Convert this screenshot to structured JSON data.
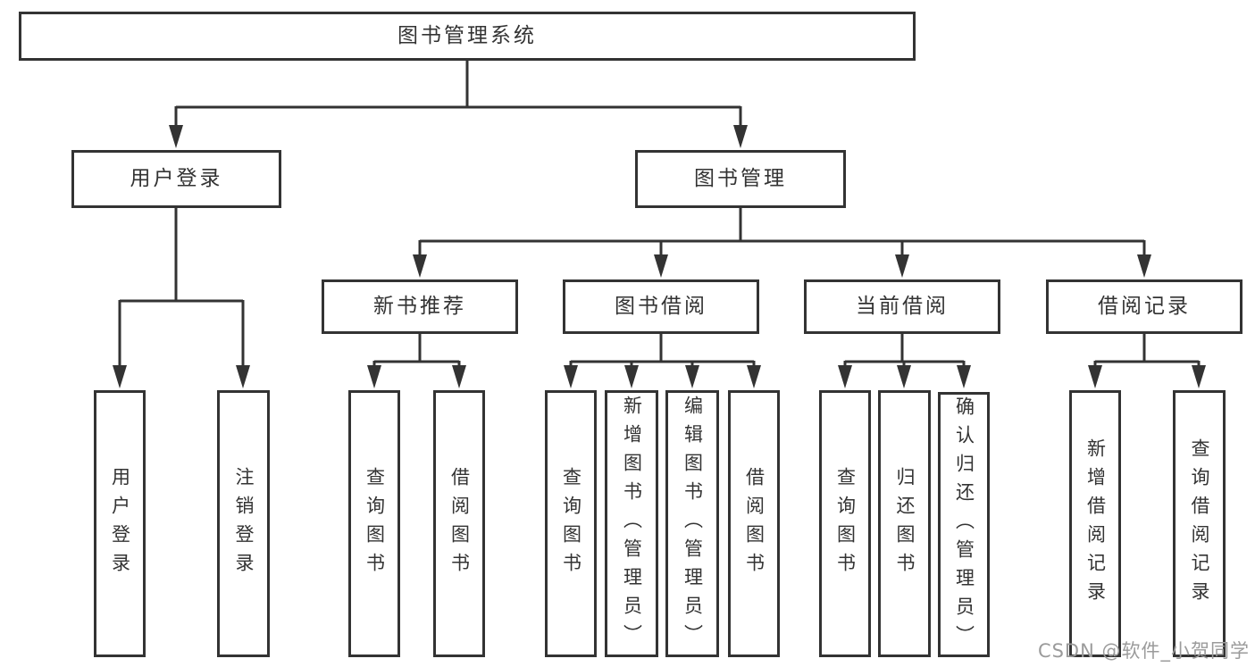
{
  "diagram": {
    "root": {
      "label": "图书管理系统"
    },
    "level1": [
      {
        "label": "用户登录"
      },
      {
        "label": "图书管理"
      }
    ],
    "login_children": [
      "用户登录",
      "注销登录"
    ],
    "groups": [
      {
        "label": "新书推荐",
        "children": [
          "查询图书",
          "借阅图书"
        ]
      },
      {
        "label": "图书借阅",
        "children": [
          "查询图书",
          "新增图书（管理员）",
          "编辑图书（管理员）",
          "借阅图书"
        ]
      },
      {
        "label": "当前借阅",
        "children": [
          "查询图书",
          "归还图书",
          "确认归还（管理员）"
        ]
      },
      {
        "label": "借阅记录",
        "children": [
          "新增借阅记录",
          "查询借阅记录"
        ]
      }
    ]
  },
  "watermark": "CSDN @软件_小贺同学",
  "colors": {
    "line": "#333333",
    "text": "#333333",
    "watermark": "#9b9b9b",
    "background": "#ffffff"
  }
}
